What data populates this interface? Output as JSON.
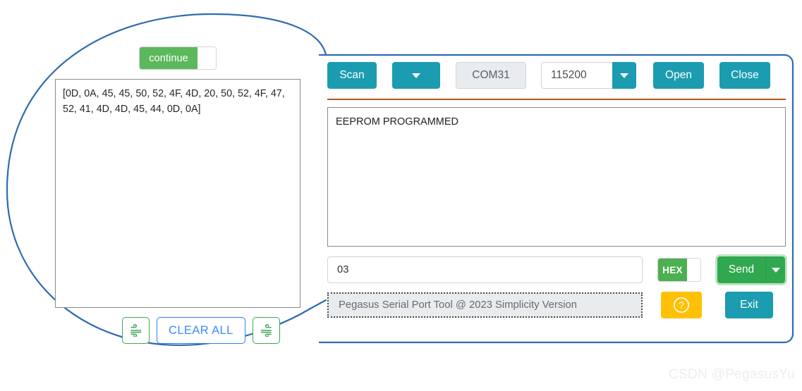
{
  "callout": {
    "outline_color": "#2f6bb0",
    "shape": "zoom-bubble-ellipse"
  },
  "left_zoom": {
    "continue_toggle": {
      "label": "continue",
      "state": "on",
      "on_color": "#5cb85c"
    },
    "hex_output": {
      "text": "[0D, 0A, 45, 45, 50, 52, 4F, 4D, 20, 50, 52, 4F, 47, 52, 41, 4D, 4D, 45, 44, 0D, 0A]"
    },
    "buttons": {
      "wind_left_icon": "wind-icon",
      "clear_all": "CLEAR ALL",
      "wind_right_icon": "wind-mirrored-icon"
    },
    "colors": {
      "clear_all_border": "#2d7ff9",
      "clear_all_text": "#3b8cf7",
      "icon_btn_border": "#3aa757"
    }
  },
  "app": {
    "toolbar": {
      "scan_label": "Scan",
      "scan_dropdown_icon": "chevron-down-icon",
      "port_value": "COM31",
      "baud_value": "115200",
      "baud_dropdown_icon": "chevron-down-icon",
      "open_label": "Open",
      "close_label": "Close",
      "accent_color": "#1b9cb0"
    },
    "divider_color": "#b4571e",
    "console": {
      "text": "EEPROM PROGRAMMED"
    },
    "send_row": {
      "input_value": "03",
      "hex_toggle_label": "HEX",
      "hex_toggle_state": "on",
      "send_label": "Send",
      "send_dropdown_icon": "chevron-down-icon",
      "send_color": "#2fa84f"
    },
    "status_row": {
      "status_text": "Pegasus Serial Port Tool @ 2023 Simplicity Version",
      "help_icon": "question-circle-icon",
      "help_color": "#ffc107",
      "exit_label": "Exit"
    }
  },
  "watermark": {
    "text": "CSDN @PegasusYu"
  }
}
